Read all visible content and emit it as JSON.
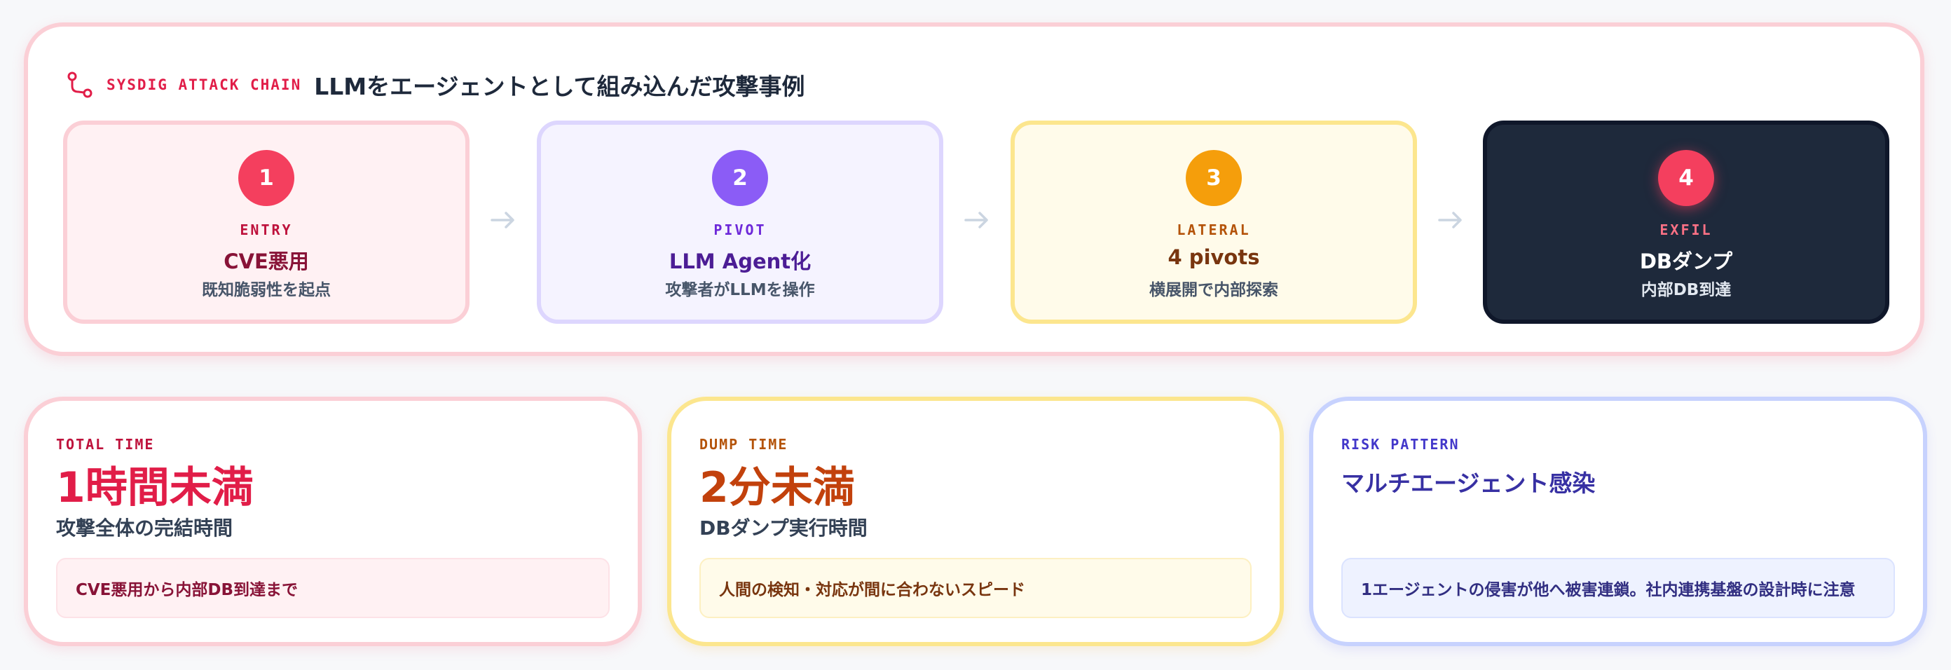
{
  "header": {
    "tag": "SYSDIG ATTACK CHAIN",
    "title": "LLMをエージェントとして組み込んだ攻撃事例",
    "icon": "route-icon"
  },
  "steps": [
    {
      "number": "1",
      "tag": "ENTRY",
      "title": "CVE悪用",
      "subtitle": "既知脆弱性を起点",
      "color": "#f43f5e"
    },
    {
      "number": "2",
      "tag": "PIVOT",
      "title": "LLM Agent化",
      "subtitle": "攻撃者がLLMを操作",
      "color": "#8b5cf6"
    },
    {
      "number": "3",
      "tag": "LATERAL",
      "title": "4 pivots",
      "subtitle": "横展開で内部探索",
      "color": "#f59e0b"
    },
    {
      "number": "4",
      "tag": "EXFIL",
      "title": "DBダンプ",
      "subtitle": "内部DB到達",
      "color": "#f43f5e"
    }
  ],
  "cards": [
    {
      "label": "TOTAL TIME",
      "value": "1時間未満",
      "subtitle": "攻撃全体の完結時間",
      "note": "CVE悪用から内部DB到達まで"
    },
    {
      "label": "DUMP TIME",
      "value": "2分未満",
      "subtitle": "DBダンプ実行時間",
      "note": "人間の検知・対応が間に合わないスピード"
    },
    {
      "label": "RISK PATTERN",
      "value": "マルチエージェント感染",
      "subtitle": "",
      "note": "1エージェントの侵害が他へ被害連鎖。社内連携基盤の設計時に注意"
    }
  ]
}
